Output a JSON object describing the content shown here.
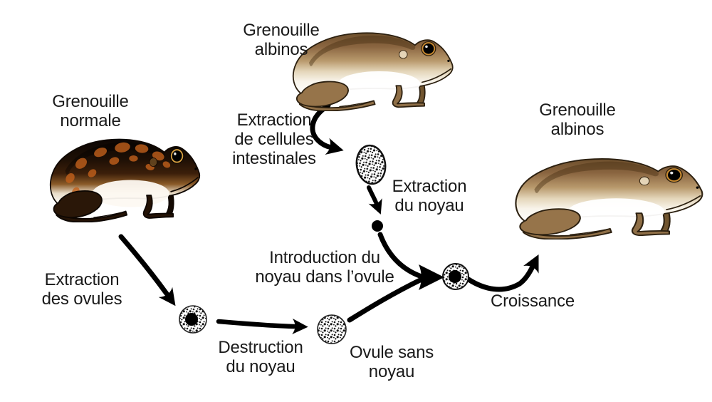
{
  "diagram": {
    "language": "fr",
    "labels": {
      "normal_frog": "Grenouille\nnormale",
      "donor_frog": "Grenouille\nalbinos",
      "clone_frog": "Grenouille\nalbinos",
      "extraction_cellules": "Extraction\nde cellules\nintestinales",
      "extraction_noyau": "Extraction\ndu noyau",
      "extraction_ovules": "Extraction\ndes ovules",
      "destruction_noyau": "Destruction\ndu noyau",
      "ovule_sans_noyau": "Ovule sans\nnoyau",
      "introduction_noyau": "Introduction du\nnoyau dans l’ovule",
      "croissance": "Croissance"
    }
  },
  "icons": {
    "intestinal-cell-icon": "stippled oval cell",
    "nucleus-dot-icon": "small filled black circle",
    "ovule-with-nucleus-icon": "stippled circle with black nucleus",
    "ovule-without-nucleus-icon": "stippled circle without nucleus",
    "ovule-transplanted-nucleus-icon": "stippled circle with black nucleus",
    "arrow-icon": "thick black curved arrow"
  },
  "colors": {
    "background": "#ffffff",
    "text": "#1a1a1a",
    "arrow": "#000000",
    "albino": {
      "id": "albino",
      "stops": [
        [
          "0%",
          "#6d4f2c"
        ],
        [
          "22%",
          "#8a6540"
        ],
        [
          "45%",
          "#b99a6d"
        ],
        [
          "62%",
          "#e4d6ba"
        ],
        [
          "78%",
          "#f8f4ea"
        ],
        [
          "100%",
          "#ffffff"
        ]
      ],
      "line": "#2c2010",
      "shade": "#4a3115",
      "shadeOpacity": "0.45",
      "ring": "#c98a30",
      "hi": "#f0e3c8",
      "limb": "#8f6f47",
      "limbDark": "#71552f",
      "thigh": "#96744a",
      "belly": "#ffffff",
      "spot": ""
    },
    "normal": {
      "id": "normal",
      "stops": [
        [
          "0%",
          "#0c0603"
        ],
        [
          "30%",
          "#1d0f05"
        ],
        [
          "52%",
          "#3c1f0a"
        ],
        [
          "68%",
          "#8a5a28"
        ],
        [
          "82%",
          "#e8dcc8"
        ],
        [
          "100%",
          "#ffffff"
        ]
      ],
      "line": "#0e0702",
      "shade": "#000000",
      "shadeOpacity": "0.35",
      "ring": "#d8a040",
      "hi": "#6b4a22",
      "limb": "#241306",
      "limbDark": "#140a03",
      "thigh": "#2a1708",
      "belly": "#fdf9f2",
      "spot": "#c2601c"
    }
  }
}
